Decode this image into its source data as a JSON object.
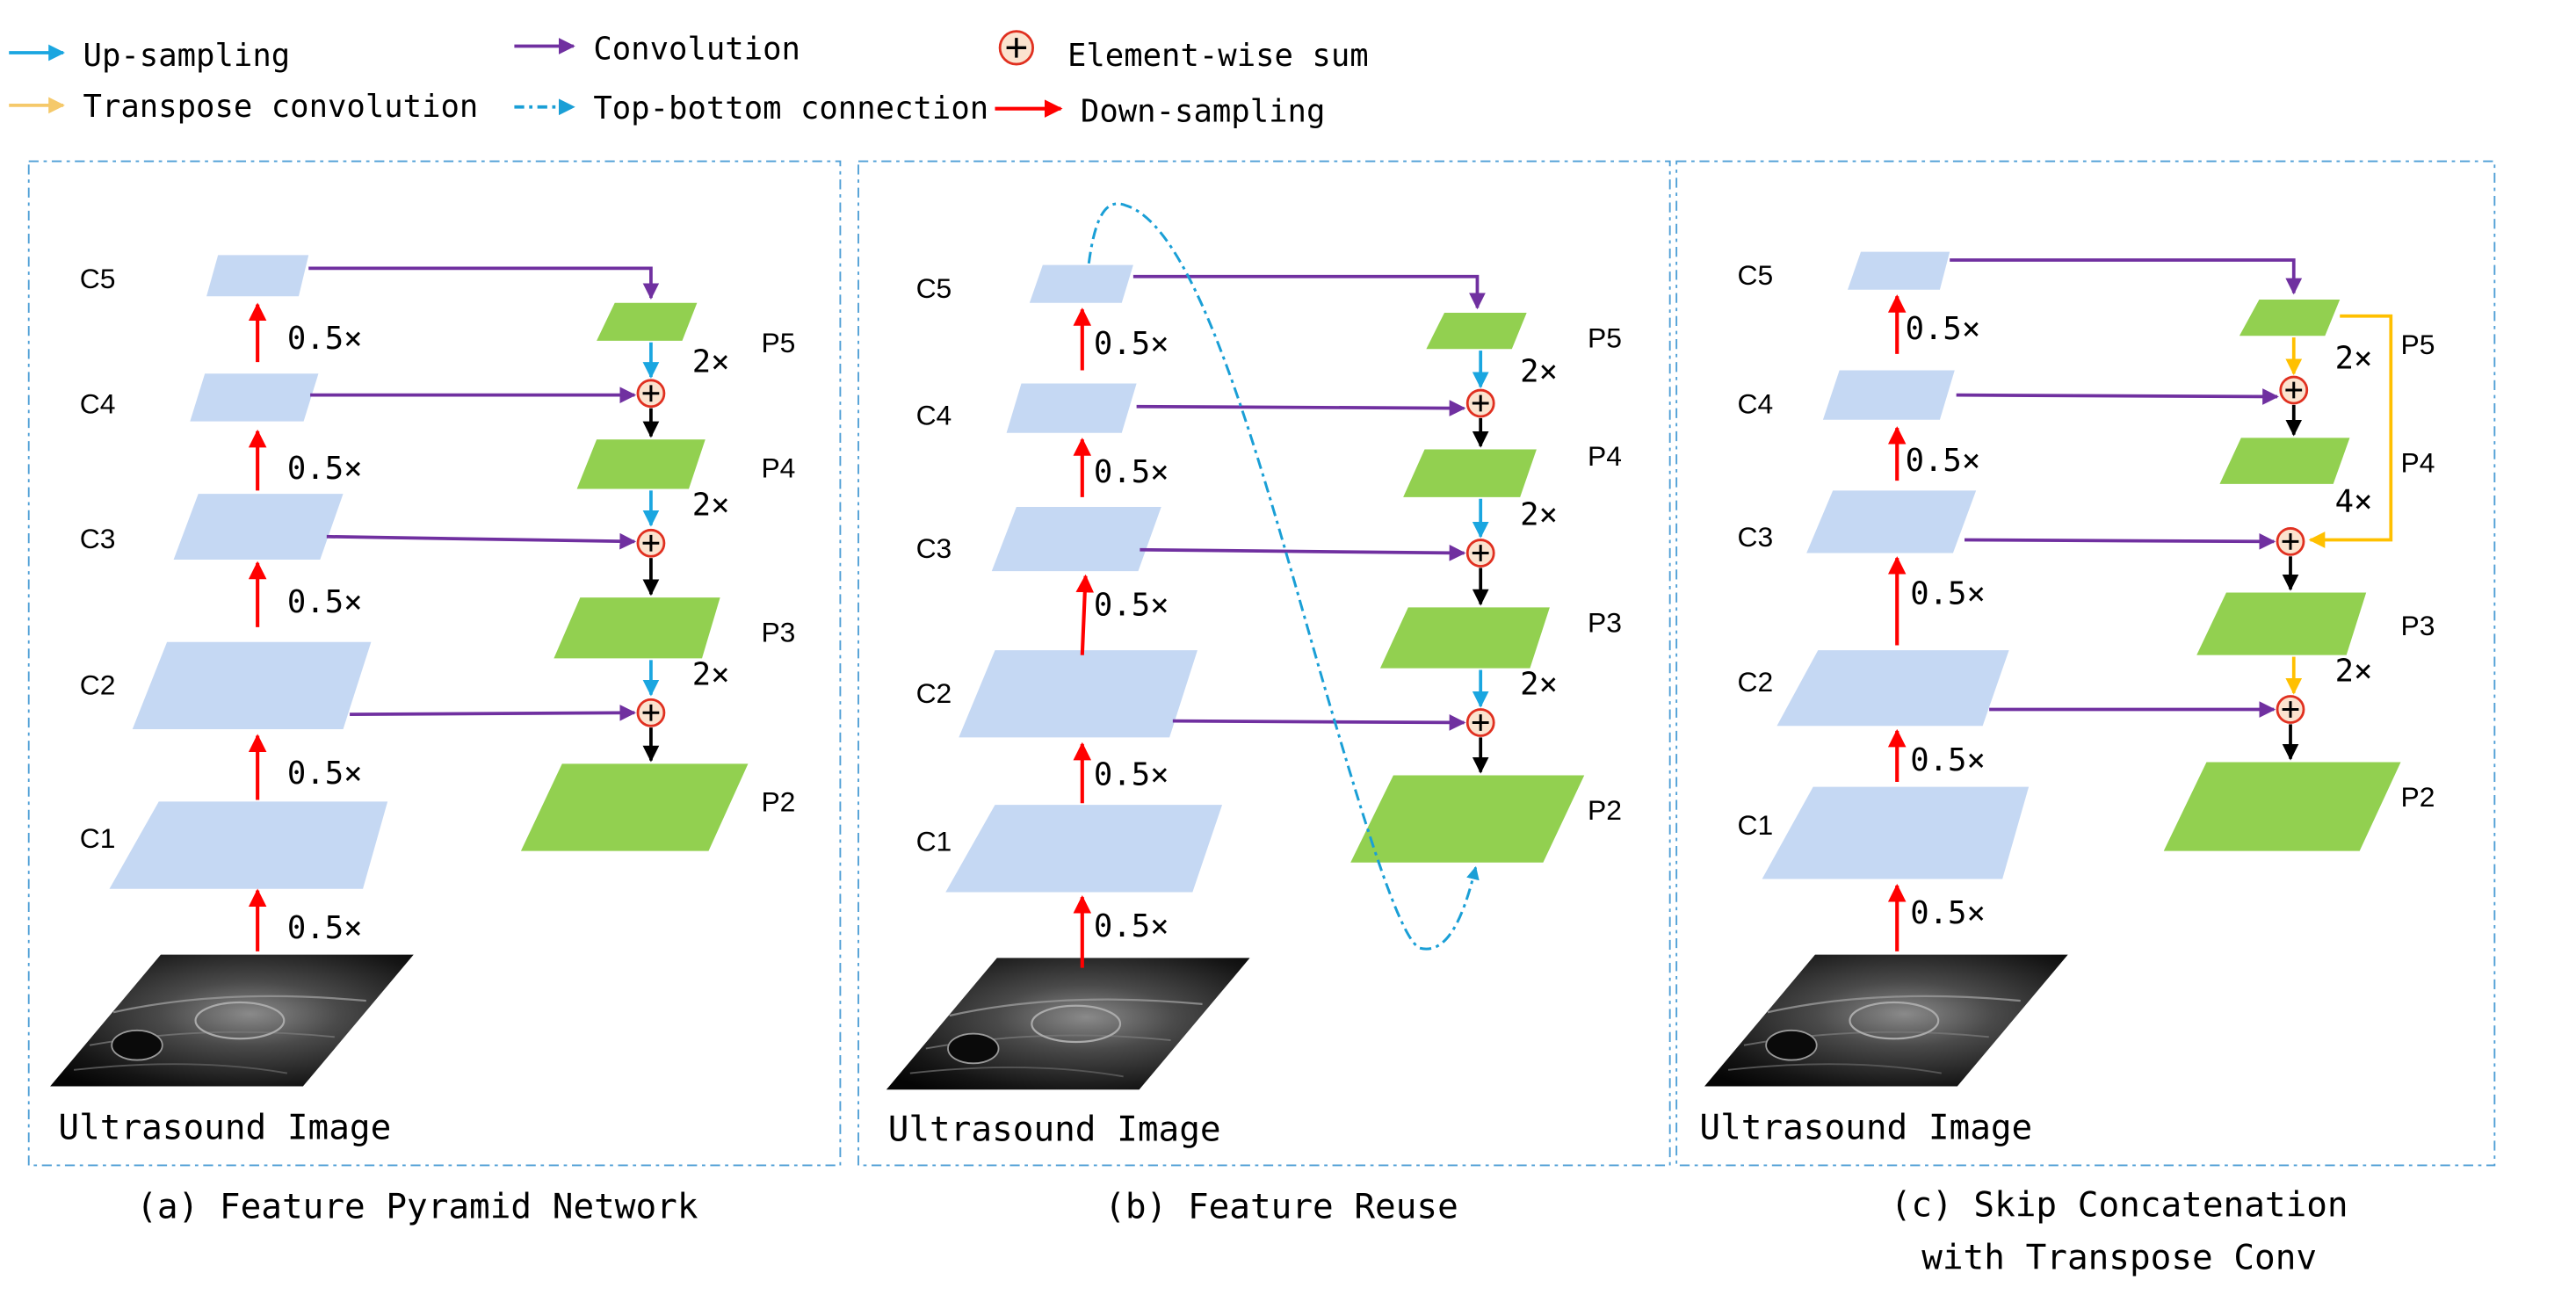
{
  "legend": {
    "upsampling": "Up-sampling",
    "transpose_conv": "Transpose convolution",
    "convolution": "Convolution",
    "top_bottom": "Top-bottom connection",
    "element_sum": "Element-wise sum",
    "downsampling": "Down-sampling"
  },
  "colors": {
    "upsample": "#1aa6e0",
    "transpose": "#ffc000",
    "transpose_legend": "#f5c96a",
    "conv": "#7030a0",
    "down": "#ff0000",
    "topbottom": "#1a9fd6",
    "blue_layer": "#c5d8f3",
    "green_layer": "#92d050",
    "panel_border": "#4f9fd6"
  },
  "labels": {
    "c5": "C5",
    "c4": "C4",
    "c3": "C3",
    "c2": "C2",
    "c1": "C1",
    "p5": "P5",
    "p4": "P4",
    "p3": "P3",
    "p2": "P2",
    "half": "0.5×",
    "two": "2×",
    "four": "4×",
    "ultrasound": "Ultrasound Image"
  },
  "captions": {
    "a": "(a) Feature Pyramid Network",
    "b": "(b) Feature Reuse",
    "c_line1": "(c) Skip Concatenation",
    "c_line2": "with Transpose Conv"
  }
}
